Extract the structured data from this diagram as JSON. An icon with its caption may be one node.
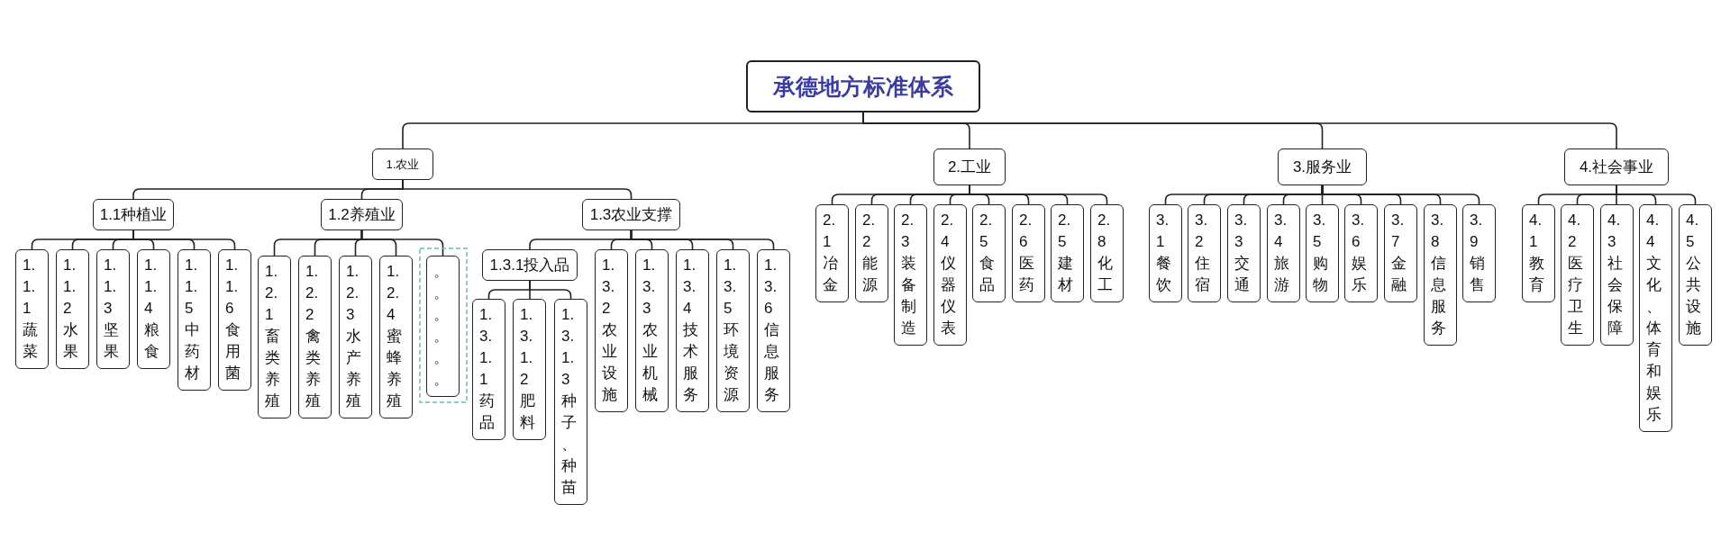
{
  "diagram": {
    "nodes": [
      {
        "text": [
          "承德地方标准体系"
        ]
      },
      {
        "text": [
          "1.农业"
        ]
      },
      {
        "text": [
          "1.1种植业"
        ]
      },
      {
        "text": [
          "1.1.1蔬菜"
        ]
      },
      {
        "text": [
          "1.1.2水果"
        ]
      },
      {
        "text": [
          "1.1.3坚果"
        ]
      },
      {
        "text": [
          "1.1.4粮食"
        ]
      },
      {
        "text": [
          "1.1.5中药材"
        ]
      },
      {
        "text": [
          "1.1.6食用菌"
        ]
      },
      {
        "text": [
          "1.2养殖业"
        ]
      },
      {
        "text": [
          "1.2.1畜类养殖"
        ]
      },
      {
        "text": [
          "1.2.2禽类养殖"
        ]
      },
      {
        "text": [
          "1.2.3水产养殖"
        ]
      },
      {
        "text": [
          "1.2.4蜜蜂养殖"
        ]
      },
      {
        "text": [
          "。。。。。。"
        ]
      },
      {
        "text": [
          "1.3农业支撑"
        ]
      },
      {
        "text": [
          "1.3.1投入品"
        ]
      },
      {
        "text": [
          "1.3.1.1药品"
        ]
      },
      {
        "text": [
          "1.3.1.2肥料"
        ]
      },
      {
        "text": [
          "1.3.1.3种子、种苗"
        ]
      },
      {
        "text": [
          "1.3.2农业设施"
        ]
      },
      {
        "text": [
          "1.3.3农业机械"
        ]
      },
      {
        "text": [
          "1.3.4技术服务"
        ]
      },
      {
        "text": [
          "1.3.5环境资源"
        ]
      },
      {
        "text": [
          "1.3.6信息服务"
        ]
      },
      {
        "text": [
          "2.工业"
        ]
      },
      {
        "text": [
          "2.1冶金"
        ]
      },
      {
        "text": [
          "2.2能源"
        ]
      },
      {
        "text": [
          "2.3装备制造"
        ]
      },
      {
        "text": [
          "2.4仪器仪表"
        ]
      },
      {
        "text": [
          "2.5食品"
        ]
      },
      {
        "text": [
          "2.6医药"
        ]
      },
      {
        "text": [
          "2.5建材"
        ]
      },
      {
        "text": [
          "2.8化工"
        ]
      },
      {
        "text": [
          "3.服务业"
        ]
      },
      {
        "text": [
          "3.1餐饮"
        ]
      },
      {
        "text": [
          "3.2住宿"
        ]
      },
      {
        "text": [
          "3.3交通"
        ]
      },
      {
        "text": [
          "3.4旅游"
        ]
      },
      {
        "text": [
          "3.5购物"
        ]
      },
      {
        "text": [
          "3.6娱乐"
        ]
      },
      {
        "text": [
          "3.7金融"
        ]
      },
      {
        "text": [
          "3.8信息服务"
        ]
      },
      {
        "text": [
          "3.9销售"
        ]
      },
      {
        "text": [
          "4.社会事业"
        ]
      },
      {
        "text": [
          "4.1教育"
        ]
      },
      {
        "text": [
          "4.2医疗卫生"
        ]
      },
      {
        "text": [
          "4.3社会保障"
        ]
      },
      {
        "text": [
          "4.4文化、体育和娱乐"
        ]
      },
      {
        "text": [
          "4.5公共设施"
        ]
      }
    ],
    "edges": [
      {
        "from": 0,
        "to": 1,
        "arrow": "none"
      },
      {
        "from": 0,
        "to": 25,
        "arrow": "none"
      },
      {
        "from": 0,
        "to": 34,
        "arrow": "none"
      },
      {
        "from": 0,
        "to": 44,
        "arrow": "none"
      },
      {
        "from": 1,
        "to": 2,
        "arrow": "none"
      },
      {
        "from": 1,
        "to": 9,
        "arrow": "none"
      },
      {
        "from": 1,
        "to": 15,
        "arrow": "none"
      },
      {
        "from": 2,
        "to": 3,
        "arrow": "none"
      },
      {
        "from": 2,
        "to": 4,
        "arrow": "none"
      },
      {
        "from": 2,
        "to": 5,
        "arrow": "none"
      },
      {
        "from": 2,
        "to": 6,
        "arrow": "none"
      },
      {
        "from": 2,
        "to": 7,
        "arrow": "none"
      },
      {
        "from": 2,
        "to": 8,
        "arrow": "none"
      },
      {
        "from": 9,
        "to": 10,
        "arrow": "none"
      },
      {
        "from": 9,
        "to": 11,
        "arrow": "none"
      },
      {
        "from": 9,
        "to": 12,
        "arrow": "none"
      },
      {
        "from": 9,
        "to": 13,
        "arrow": "none"
      },
      {
        "from": 9,
        "to": 14,
        "arrow": "none"
      },
      {
        "from": 15,
        "to": 16,
        "arrow": "none"
      },
      {
        "from": 15,
        "to": 20,
        "arrow": "none"
      },
      {
        "from": 15,
        "to": 21,
        "arrow": "none"
      },
      {
        "from": 15,
        "to": 22,
        "arrow": "none"
      },
      {
        "from": 15,
        "to": 23,
        "arrow": "none"
      },
      {
        "from": 15,
        "to": 24,
        "arrow": "none"
      },
      {
        "from": 16,
        "to": 17,
        "arrow": "none"
      },
      {
        "from": 16,
        "to": 18,
        "arrow": "none"
      },
      {
        "from": 16,
        "to": 19,
        "arrow": "none"
      },
      {
        "from": 25,
        "to": 26,
        "arrow": "none"
      },
      {
        "from": 25,
        "to": 27,
        "arrow": "none"
      },
      {
        "from": 25,
        "to": 28,
        "arrow": "none"
      },
      {
        "from": 25,
        "to": 29,
        "arrow": "none"
      },
      {
        "from": 25,
        "to": 30,
        "arrow": "none"
      },
      {
        "from": 25,
        "to": 31,
        "arrow": "none"
      },
      {
        "from": 25,
        "to": 32,
        "arrow": "none"
      },
      {
        "from": 25,
        "to": 33,
        "arrow": "none"
      },
      {
        "from": 34,
        "to": 35,
        "arrow": "none"
      },
      {
        "from": 34,
        "to": 36,
        "arrow": "none"
      },
      {
        "from": 34,
        "to": 37,
        "arrow": "none"
      },
      {
        "from": 34,
        "to": 38,
        "arrow": "none"
      },
      {
        "from": 34,
        "to": 39,
        "arrow": "none"
      },
      {
        "from": 34,
        "to": 40,
        "arrow": "none"
      },
      {
        "from": 34,
        "to": 41,
        "arrow": "none"
      },
      {
        "from": 34,
        "to": 42,
        "arrow": "none"
      },
      {
        "from": 34,
        "to": 43,
        "arrow": "none"
      },
      {
        "from": 44,
        "to": 45,
        "arrow": "none"
      },
      {
        "from": 44,
        "to": 46,
        "arrow": "none"
      },
      {
        "from": 44,
        "to": 47,
        "arrow": "none"
      },
      {
        "from": 44,
        "to": 48,
        "arrow": "none"
      },
      {
        "from": 44,
        "to": 49,
        "arrow": "none"
      }
    ]
  }
}
